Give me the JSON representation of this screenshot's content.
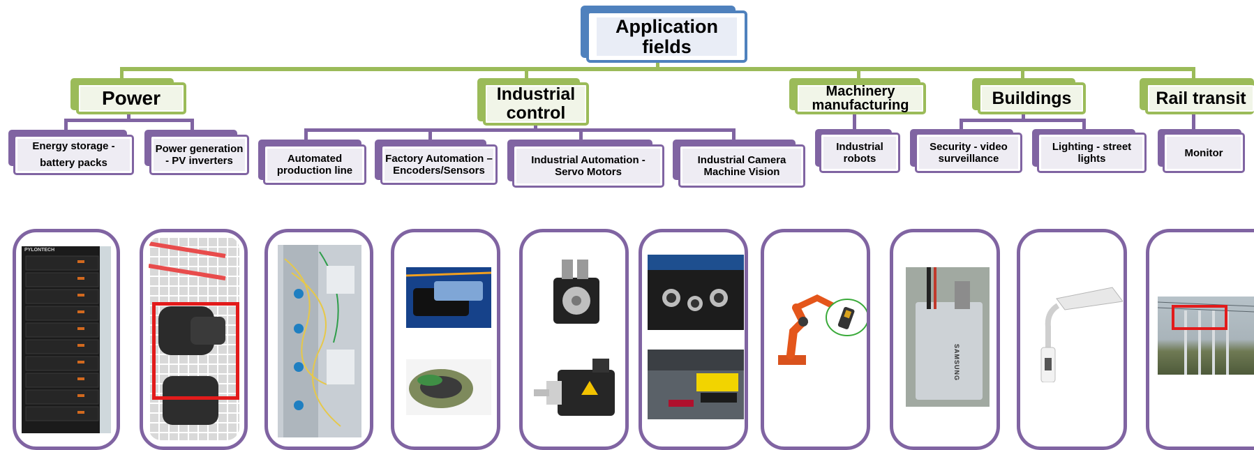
{
  "root": {
    "title": "Application fields"
  },
  "categories": {
    "power": "Power",
    "industrial_control": "Industrial control",
    "machinery": "Machinery manufacturing",
    "buildings": "Buildings",
    "rail": "Rail transit"
  },
  "subcategories": {
    "energy_storage": "Energy storage - battery packs",
    "pv_inverters": "Power generation - PV inverters",
    "production_line": "Automated production line",
    "encoders": "Factory Automation – Encoders/Sensors",
    "servo": "Industrial Automation - Servo Motors",
    "machine_vision": "Industrial Camera Machine Vision",
    "robots": "Industrial robots",
    "video": "Security - video surveillance",
    "street_lights": "Lighting - street lights",
    "monitor": "Monitor"
  },
  "image_text": {
    "battery_brand": "PYLONTECH",
    "camera_brand": "SAMSUNG"
  },
  "colors": {
    "root": "#4f81bd",
    "category": "#9bbb59",
    "subcategory": "#8064a2",
    "highlight": "#e21b1b"
  }
}
